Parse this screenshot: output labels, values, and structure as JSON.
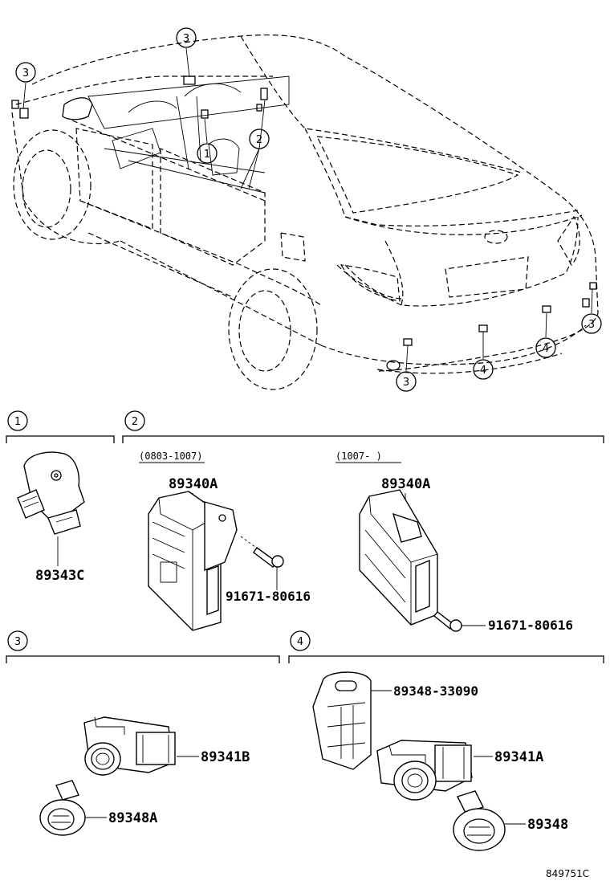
{
  "diagram_code": "849751C",
  "callouts": {
    "c1": "1",
    "c2": "2",
    "c3": "3",
    "c4": "4"
  },
  "sections": {
    "s1": {
      "number": "1",
      "parts": [
        "89343C"
      ]
    },
    "s2": {
      "number": "2",
      "variant_a": {
        "range": "(0803-1007)",
        "unit": "89340A",
        "bolt": "91671-80616"
      },
      "variant_b": {
        "range": "(1007-      )",
        "unit": "89340A",
        "bolt": "91671-80616"
      }
    },
    "s3": {
      "number": "3",
      "sensor": "89341B",
      "retainer": "89348A"
    },
    "s4": {
      "number": "4",
      "bracket": "89348-33090",
      "sensor": "89341A",
      "retainer": "89348"
    }
  }
}
